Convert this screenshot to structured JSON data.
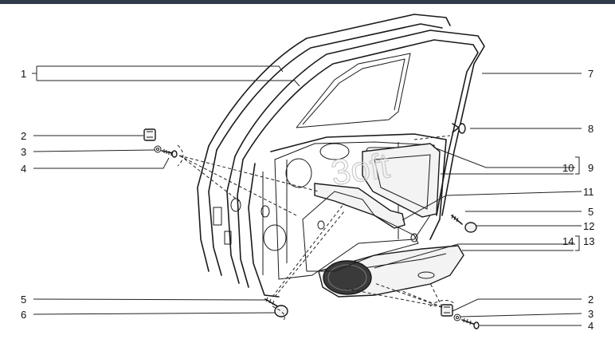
{
  "callouts": {
    "c1": "1",
    "c2a": "2",
    "c3a": "3",
    "c4a": "4",
    "c5a": "5",
    "c6": "6",
    "c7": "7",
    "c8": "8",
    "c10": "10",
    "c9": "9",
    "c11": "11",
    "c5b": "5",
    "c12": "12",
    "c14": "14",
    "c13": "13",
    "c2b": "2",
    "c3b": "3",
    "c4b": "4"
  },
  "watermark": "3oft"
}
